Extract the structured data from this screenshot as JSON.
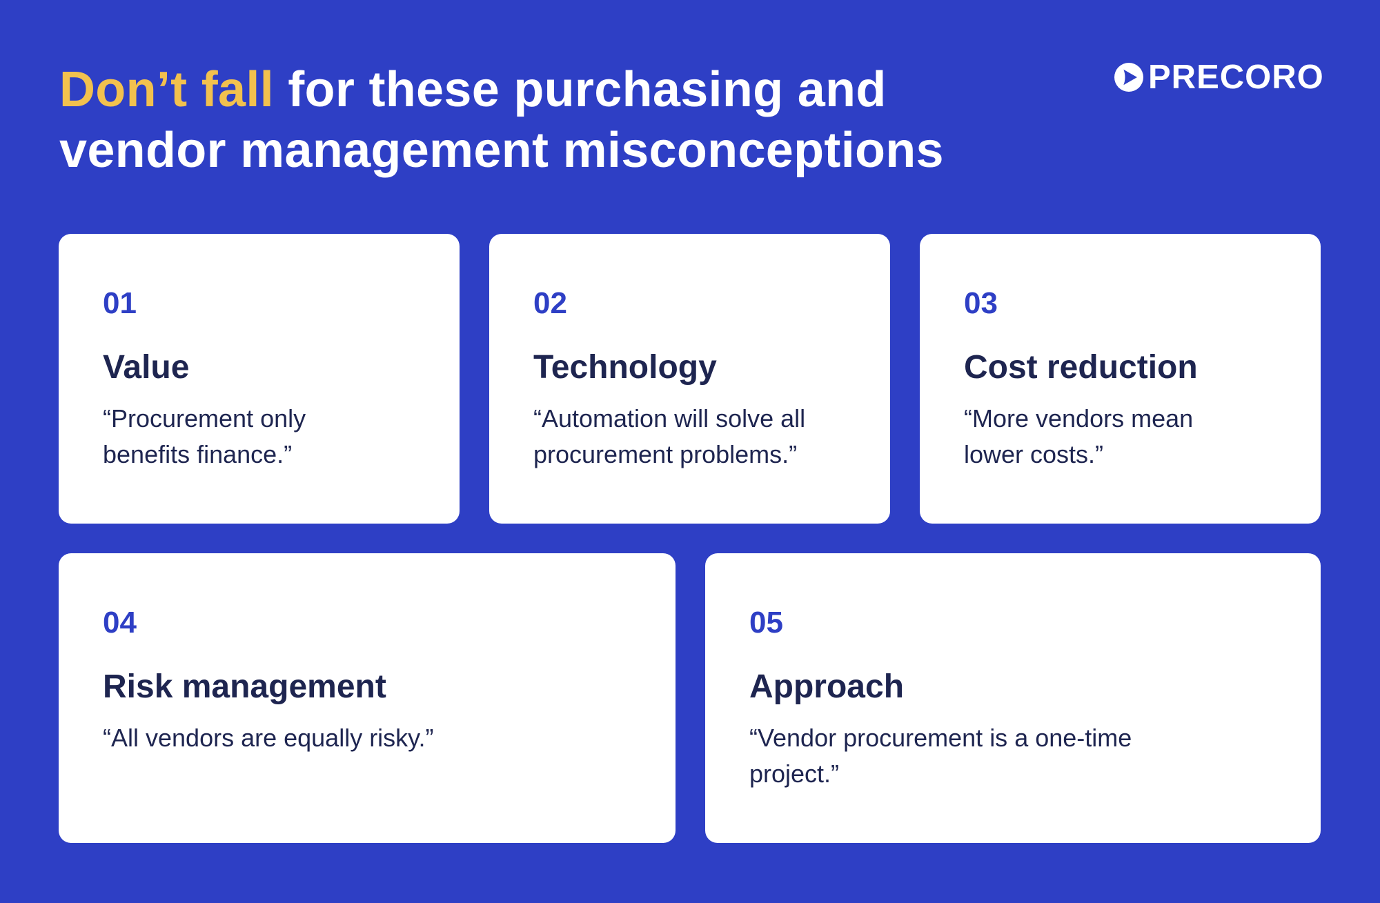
{
  "header": {
    "title_accent": "Don’t fall",
    "title_rest_line1": " for these purchasing and",
    "title_line2": "vendor management misconceptions"
  },
  "logo": {
    "icon": "precoro-play-circle-icon",
    "wordmark": "PRECORO"
  },
  "colors": {
    "background": "#2e3fc5",
    "accent": "#f2c14e",
    "card_background": "#ffffff",
    "number": "#2e3fc5",
    "text_dark": "#1e2550"
  },
  "cards": [
    {
      "number": "01",
      "heading": "Value",
      "quote": "“Procurement only benefits finance.”"
    },
    {
      "number": "02",
      "heading": "Technology",
      "quote": "“Automation will solve all procurement problems.”"
    },
    {
      "number": "03",
      "heading": "Cost reduction",
      "quote": "“More vendors mean lower costs.”"
    },
    {
      "number": "04",
      "heading": "Risk management",
      "quote": "“All vendors are equally risky.”"
    },
    {
      "number": "05",
      "heading": "Approach",
      "quote": "“Vendor procurement is a one-time project.”"
    }
  ]
}
